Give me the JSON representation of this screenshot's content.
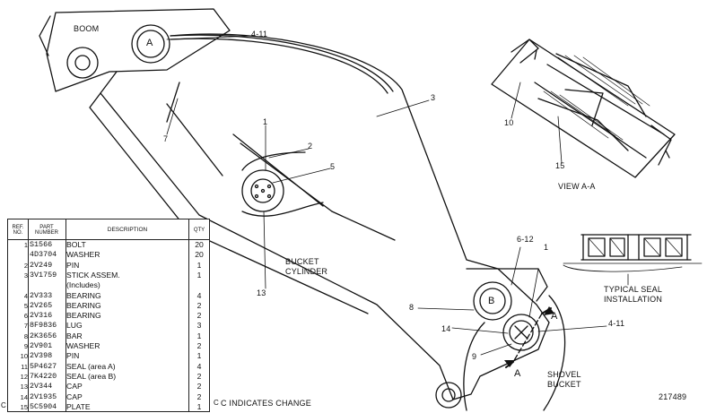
{
  "diagram": {
    "labels": {
      "boom": "BOOM",
      "pin_a": "A",
      "pin_b": "B",
      "callout_4_11_top": "4-11",
      "callout_4_11_right": "4-11",
      "callout_3": "3",
      "callout_1_top": "1",
      "callout_2": "2",
      "callout_5": "5",
      "callout_7": "7",
      "callout_13": "13",
      "callout_10": "10",
      "callout_15": "15",
      "callout_6_12": "6-12",
      "callout_1_right": "1",
      "callout_8": "8",
      "callout_14": "14",
      "callout_9": "9",
      "section_a_upper": "A",
      "section_a_lower": "A",
      "bucket_cylinder": "BUCKET\nCYLINDER",
      "view_a_a": "VIEW A-A",
      "typical_seal": "TYPICAL SEAL\nINSTALLATION",
      "shovel_bucket": "SHOVEL\nBUCKET",
      "drawing_number": "217489",
      "change_note": "C INDICATES CHANGE"
    }
  },
  "parts_table": {
    "headers": {
      "ref": "REF.\nNO.",
      "part_number": "PART\nNUMBER",
      "description": "DESCRIPTION",
      "qty": "QTY"
    },
    "rows": [
      {
        "ref": "1",
        "pn": "S1566",
        "desc": "BOLT",
        "qty": "20"
      },
      {
        "ref": "",
        "pn": "4D3704",
        "desc": "WASHER",
        "qty": "20"
      },
      {
        "ref": "2",
        "pn": "2V249",
        "desc": "PIN",
        "qty": "1"
      },
      {
        "ref": "3",
        "pn": "3V1759",
        "desc": "STICK ASSEM.",
        "qty": "1"
      },
      {
        "ref": "",
        "pn": "",
        "desc": "(Includes)",
        "qty": ""
      },
      {
        "ref": "4",
        "pn": "2V333",
        "desc": "BEARING",
        "qty": "4"
      },
      {
        "ref": "5",
        "pn": "2V265",
        "desc": "BEARING",
        "qty": "2"
      },
      {
        "ref": "6",
        "pn": "2V316",
        "desc": "BEARING",
        "qty": "2"
      },
      {
        "ref": "7",
        "pn": "8F9836",
        "desc": "LUG",
        "qty": "3"
      },
      {
        "ref": "8",
        "pn": "2K3656",
        "desc": "BAR",
        "qty": "1"
      },
      {
        "ref": "9",
        "pn": "2V901",
        "desc": "WASHER",
        "qty": "2"
      },
      {
        "ref": "10",
        "pn": "2V398",
        "desc": "PIN",
        "qty": "1"
      },
      {
        "ref": "11",
        "pn": "5P4627",
        "desc": "SEAL (area A)",
        "qty": "4"
      },
      {
        "ref": "12",
        "pn": "7K4220",
        "desc": "SEAL (area B)",
        "qty": "2"
      },
      {
        "ref": "13",
        "pn": "2V344",
        "desc": "CAP",
        "qty": "2"
      },
      {
        "ref": "14",
        "pn": "2V1935",
        "desc": "CAP",
        "qty": "2"
      },
      {
        "ref": "15",
        "pn": "5C5904",
        "desc": "PLATE",
        "qty": "1"
      }
    ],
    "change_marks": [
      "C",
      "C"
    ]
  }
}
